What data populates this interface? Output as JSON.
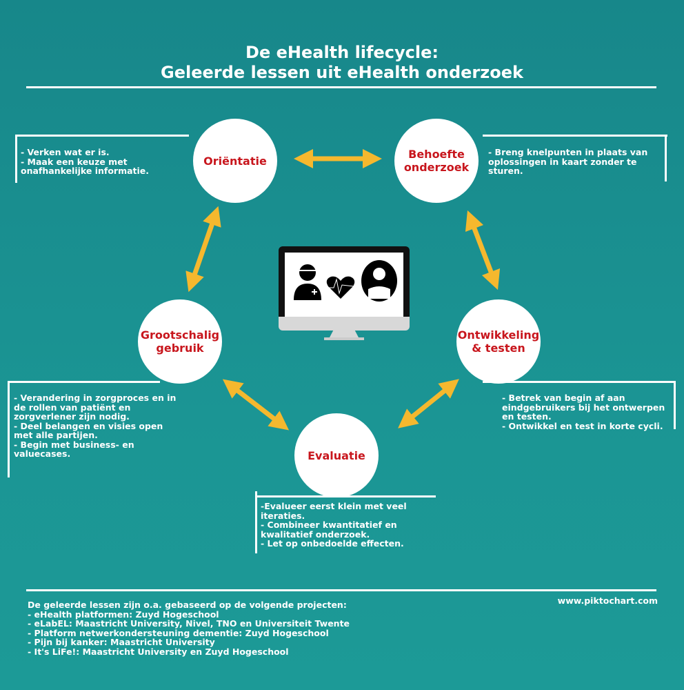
{
  "title": {
    "line1": "De eHealth lifecycle:",
    "line2": "Geleerde lessen uit eHealth onderzoek"
  },
  "stages": [
    {
      "label": "Oriëntatie",
      "notes": [
        "- Verken wat er is.",
        "- Maak een keuze met onafhankelijke informatie."
      ]
    },
    {
      "label": "Behoefte onderzoek",
      "notes": [
        "- Breng knelpunten in plaats van oplossingen in kaart zonder te sturen."
      ]
    },
    {
      "label": "Ontwikkeling & testen",
      "notes": [
        "- Betrek van begin af aan eindgebruikers bij het ontwerpen en testen.",
        "- Ontwikkel en test in korte cycli."
      ]
    },
    {
      "label": "Evaluatie",
      "notes": [
        "-Evalueer eerst klein met veel iteraties.",
        "- Combineer kwantitatief en kwalitatief onderzoek.",
        "- Let op onbedoelde effecten."
      ]
    },
    {
      "label": "Grootschalig gebruik",
      "notes": [
        "- Verandering in zorgproces en in de rollen van patiënt en zorgverlener zijn nodig.",
        "- Deel belangen en visies open met alle partijen.",
        "- Begin met business- en valuecases."
      ]
    }
  ],
  "footer": {
    "intro": "De geleerde lessen zijn o.a. gebaseerd op de volgende projecten:",
    "projects": [
      "- eHealth platformen: Zuyd Hogeschool",
      "- eLabEL: Maastricht University, Nivel, TNO en Universiteit Twente",
      "- Platform netwerkondersteuning dementie: Zuyd Hogeschool",
      "- Pijn bij kanker: Maastricht University",
      "- It's LiFe!: Maastricht University en Zuyd Hogeschool"
    ],
    "credit": "www.piktochart.com"
  },
  "colors": {
    "accent": "#f5b82e",
    "stage_text": "#c8161d"
  }
}
